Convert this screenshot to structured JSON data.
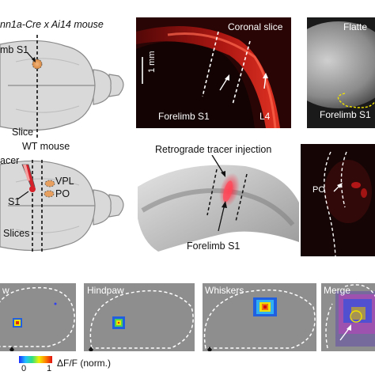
{
  "row1": {
    "mouse_label": "nn1a-Cre x Ai14 mouse",
    "brain_s1_label": "mb S1",
    "brain_slice_label": "Slice",
    "coronal_title": "Coronal slice",
    "scale_label": "1 mm",
    "forelimb_label": "Forelimb S1",
    "l4_label": "L4",
    "flattened_title": "Flatte",
    "flattened_forelimb_label": "Forelimb S1"
  },
  "row2": {
    "mouse_label": "WT mouse",
    "tracer_label": "acer",
    "s1_label": "S1",
    "vpl_label": "VPL",
    "po_label": "PO",
    "slices_label": "Slices",
    "injection_title": "Retrograde tracer injection",
    "injection_forelimb_label": "Forelimb S1",
    "right_po_label": "PO"
  },
  "row3": {
    "panels": [
      {
        "title": "w"
      },
      {
        "title": "Hindpaw"
      },
      {
        "title": "Whiskers"
      },
      {
        "title": "Merge"
      }
    ],
    "colorbar": {
      "min_label": "0",
      "max_label": "1",
      "unit_label": "ΔF/F (norm.)"
    }
  },
  "colors": {
    "brain_fill": "#d9d9d9",
    "brain_stroke": "#8a8a8a",
    "spot_orange": "#e8a060",
    "tracer_red": "#d6202a",
    "panel_gray": "#8e8e8e",
    "slice_red": "#d21a1a"
  }
}
